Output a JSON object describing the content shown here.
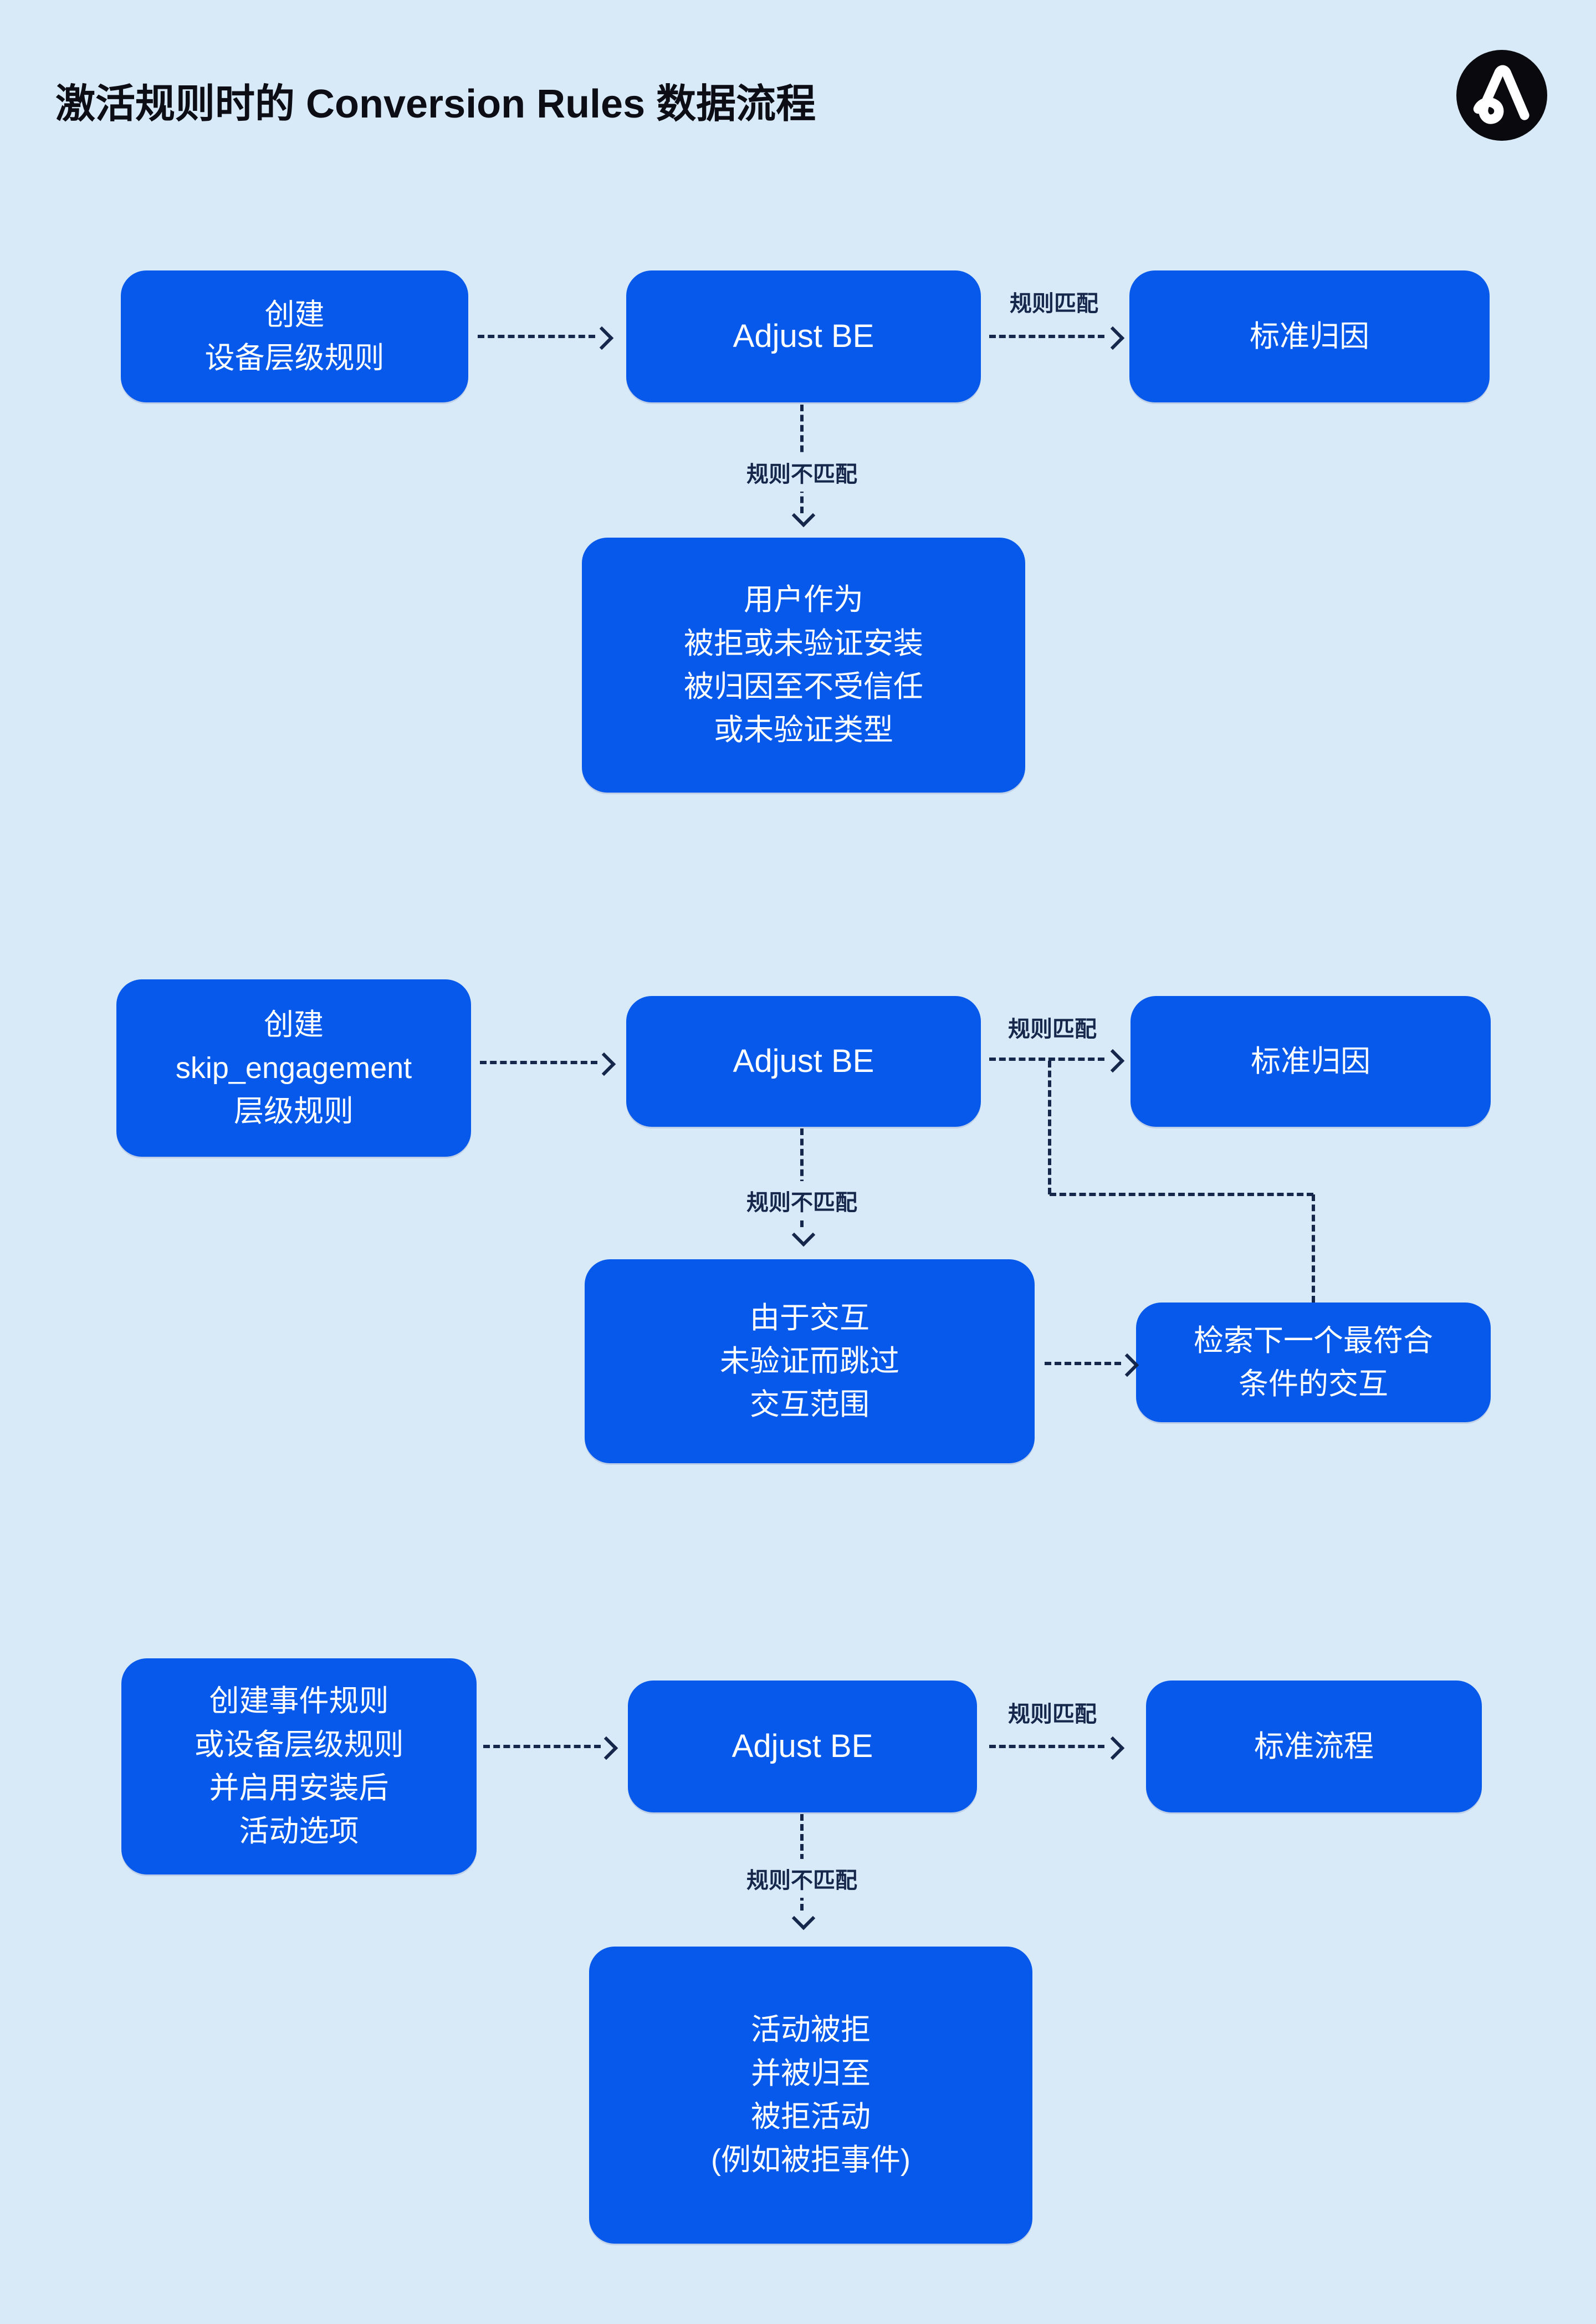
{
  "page": {
    "title": "激活规则时的 Conversion Rules 数据流程",
    "background_color": "#d8e9f8"
  },
  "logo": {
    "brand": "Adjust",
    "circle_color": "#0a0a0e",
    "mark_color": "#ffffff"
  },
  "colors": {
    "node_blue": "#0659ea",
    "node_text": "#ffffff",
    "connector_ink": "#15274b",
    "title_text": "#0d0e15"
  },
  "labels": {
    "rule_match": "规则匹配",
    "rule_no_match": "规则不匹配"
  },
  "flows": [
    {
      "source": "创建\n设备层级规则",
      "processor": "Adjust BE",
      "match_result": "标准归因",
      "no_match_result": "用户作为\n被拒或未验证安装\n被归因至不受信任\n或未验证类型"
    },
    {
      "source": "创建\nskip_engagement\n层级规则",
      "processor": "Adjust BE",
      "match_result": "标准归因",
      "no_match_result": "由于交互\n未验证而跳过\n交互范围",
      "next_step": "检索下一个最符合\n条件的交互"
    },
    {
      "source": "创建事件规则\n或设备层级规则\n并启用安装后\n活动选项",
      "processor": "Adjust BE",
      "match_result": "标准流程",
      "no_match_result": "活动被拒\n并被归至\n被拒活动\n(例如被拒事件)"
    }
  ]
}
